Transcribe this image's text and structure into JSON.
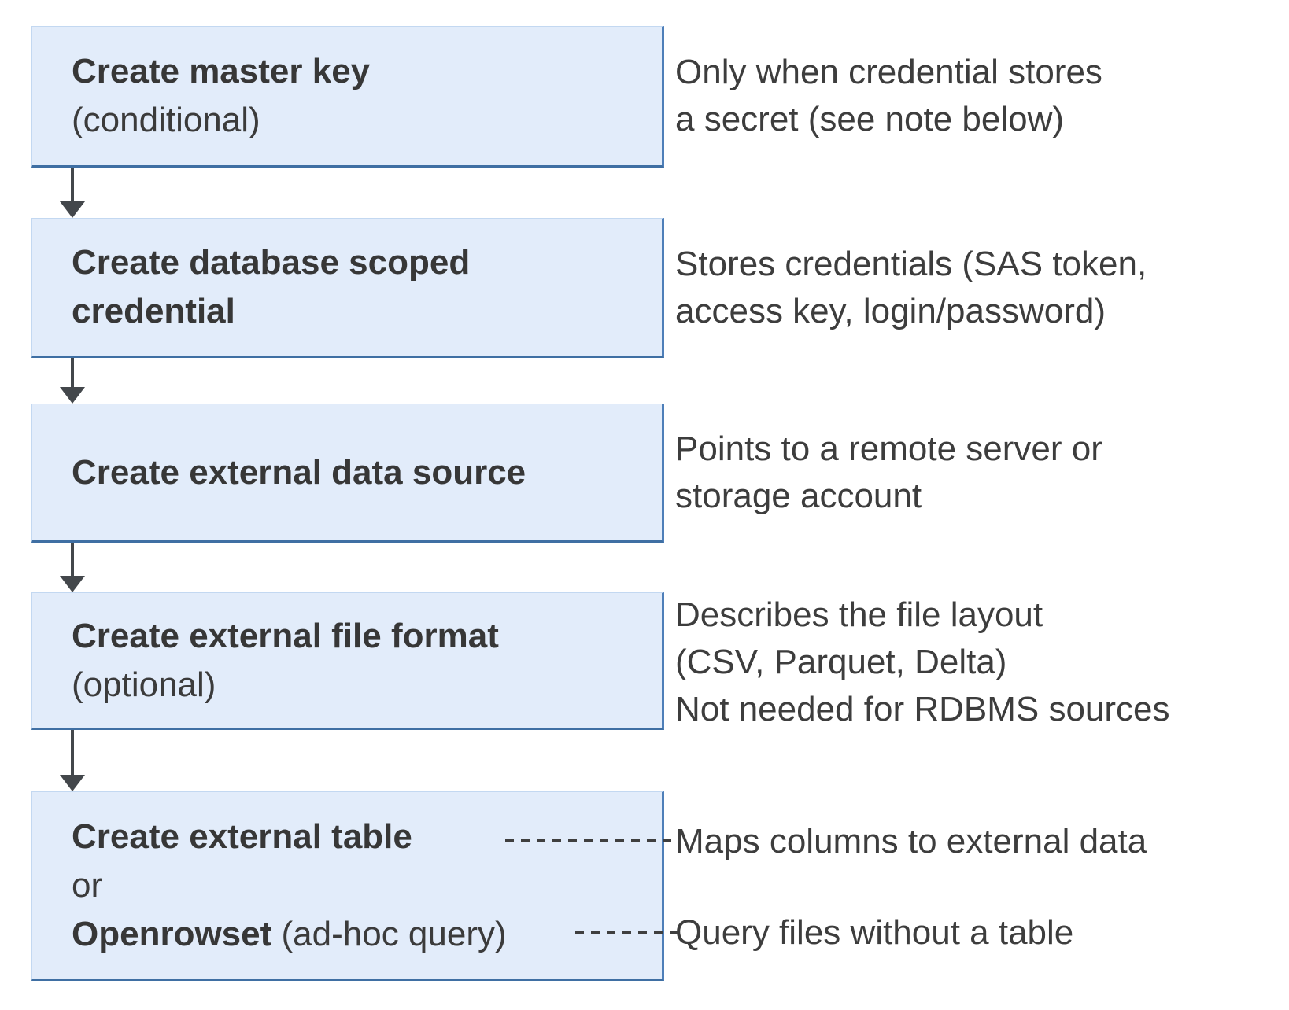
{
  "colors": {
    "box_fill": "#e2ecfa",
    "box_border_blue": "#4e7fb9",
    "box_border_dark_blue": "#3f6fa3",
    "arrow": "#43474b",
    "text": "#3b3b3b"
  },
  "steps": [
    {
      "id": "master-key",
      "title": "Create master key",
      "subtitle": "(conditional)",
      "note": "Only when credential stores\na secret (see note below)"
    },
    {
      "id": "database-scoped-credential",
      "title": "Create database scoped\ncredential",
      "note": "Stores credentials (SAS token,\naccess key, login/password)"
    },
    {
      "id": "external-data-source",
      "title": "Create external data source",
      "note": "Points to a remote server or\nstorage account"
    },
    {
      "id": "external-file-format",
      "title": "Create external file format",
      "subtitle": "(optional)",
      "note": "Describes the file layout\n(CSV, Parquet, Delta)\nNot needed for RDBMS sources"
    },
    {
      "id": "external-table-or-openrowset",
      "title": "Create external table",
      "or_label": "or",
      "alt_bold": "Openrowset",
      "alt_rest": " (ad-hoc query)",
      "note_table": "Maps columns to external data",
      "note_openrowset": "Query files without a table"
    }
  ]
}
